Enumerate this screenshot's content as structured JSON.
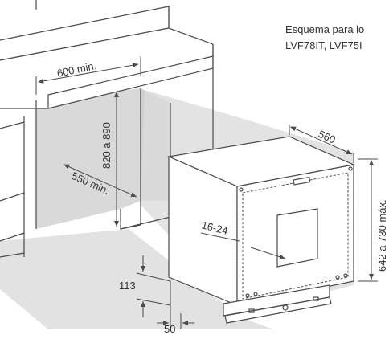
{
  "caption": {
    "line1": "Esquema para lo",
    "line2": "LVF78IT, LVF75I"
  },
  "dimensions": {
    "counter_width": "600 min.",
    "niche_height": "820 a 890",
    "niche_depth": "550 min.",
    "appliance_depth": "560",
    "appliance_height": "642 a 730 máx.",
    "door_gap": "16-24",
    "plinth_height": "113",
    "plinth_offset": "50"
  },
  "colors": {
    "line": "#4a4a4a",
    "shade": "#d9d9d9",
    "shade_dark": "#c8c8c8",
    "text": "#333333"
  }
}
